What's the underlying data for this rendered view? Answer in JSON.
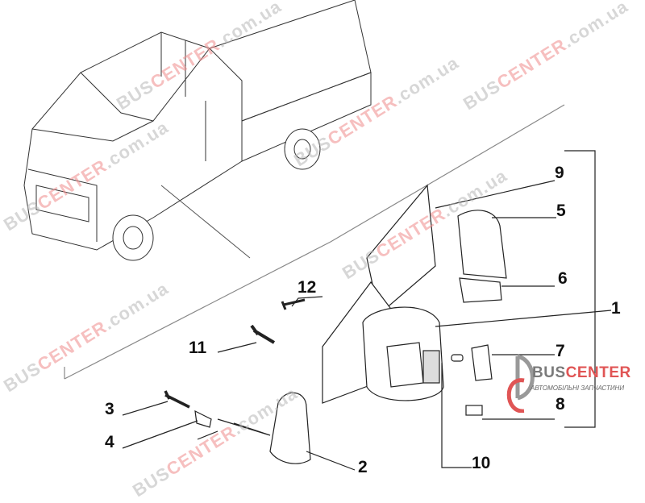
{
  "watermark": {
    "part1": "BUS",
    "part2": "CENTER",
    "part3": ".com.ua"
  },
  "logo": {
    "brand_part1": "BUS",
    "brand_part2": "CENTER",
    "tagline": "АВТОМОБІЛЬНІ ЗАПЧАСТИНИ"
  },
  "callouts": {
    "c1": "1",
    "c2": "2",
    "c3": "3",
    "c4": "4",
    "c5": "5",
    "c6": "6",
    "c7": "7",
    "c8": "8",
    "c9": "9",
    "c10": "10",
    "c11": "11",
    "c12": "12"
  },
  "colors": {
    "line": "#222222",
    "watermark_gray": "#b8b8b8",
    "watermark_red": "#f08c8c",
    "logo_red": "#e05555"
  }
}
